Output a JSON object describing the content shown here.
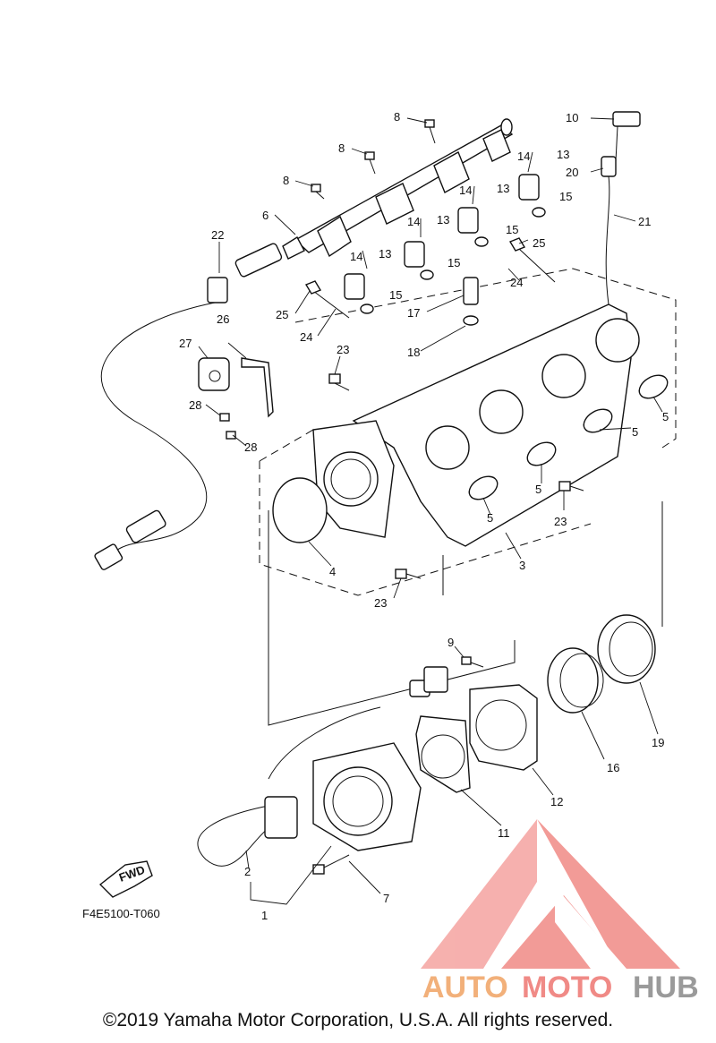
{
  "callouts": [
    "1",
    "2",
    "3",
    "4",
    "5",
    "5",
    "5",
    "5",
    "6",
    "7",
    "8",
    "8",
    "8",
    "9",
    "10",
    "11",
    "12",
    "13",
    "13",
    "13",
    "13",
    "14",
    "14",
    "14",
    "14",
    "15",
    "15",
    "15",
    "15",
    "16",
    "17",
    "18",
    "19",
    "20",
    "21",
    "22",
    "23",
    "23",
    "23",
    "24",
    "24",
    "25",
    "25",
    "26",
    "27",
    "28",
    "28"
  ],
  "fwd_label": "FWD",
  "diagram_code": "F4E5100-T060",
  "copyright": "©2019 Yamaha Motor Corporation, U.S.A. All rights reserved.",
  "watermark": {
    "part1": "AUTO",
    "part2": "MOTO",
    "part3": "HUB",
    "color_red": "#e8413c",
    "color_orange": "#f2b07a",
    "color_grey": "#9a9a9a"
  }
}
